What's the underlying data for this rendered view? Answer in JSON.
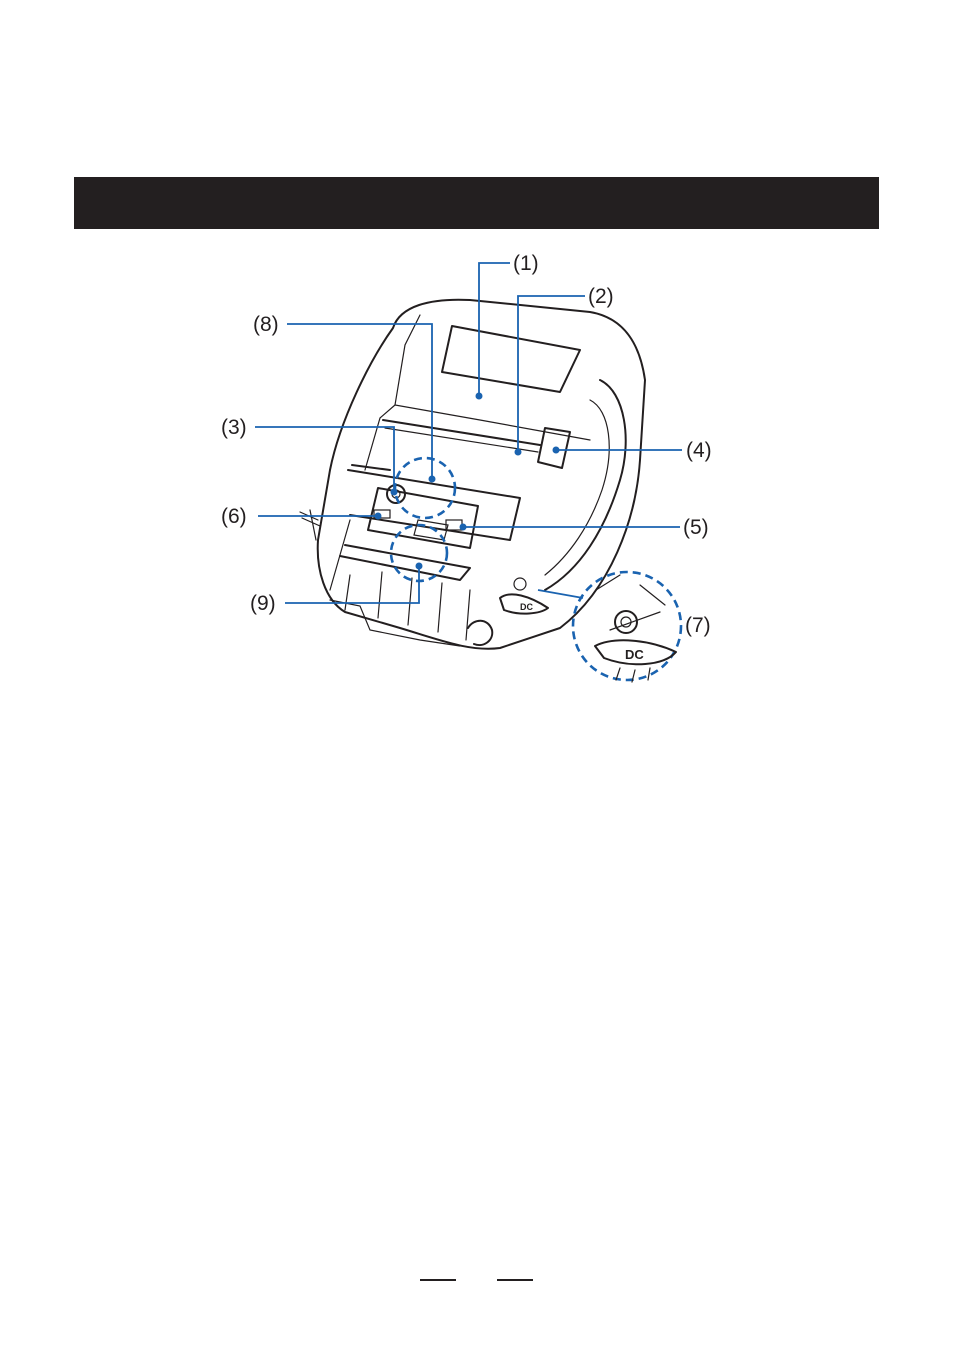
{
  "section": {
    "heading": ""
  },
  "callouts": [
    {
      "id": "1",
      "label": "(1)"
    },
    {
      "id": "2",
      "label": "(2)"
    },
    {
      "id": "3",
      "label": "(3)"
    },
    {
      "id": "4",
      "label": "(4)"
    },
    {
      "id": "5",
      "label": "(5)"
    },
    {
      "id": "6",
      "label": "(6)"
    },
    {
      "id": "7",
      "label": "(7)"
    },
    {
      "id": "8",
      "label": "(8)"
    },
    {
      "id": "9",
      "label": "(9)"
    }
  ],
  "device": {
    "port_label": "DC",
    "zoom_port_label": "DC"
  },
  "colors": {
    "accent": "#1a63b0",
    "ink": "#231f20",
    "header": "#231f20"
  }
}
